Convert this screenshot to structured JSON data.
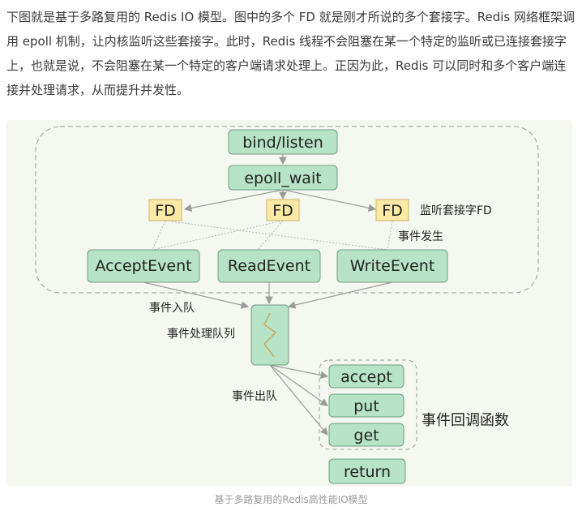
{
  "intro": {
    "paragraph": "下图就是基于多路复用的 Redis IO 模型。图中的多个 FD 就是刚才所说的多个套接字。Redis 网络框架调用 epoll 机制，让内核监听这些套接字。此时，Redis 线程不会阻塞在某一个特定的监听或已连接套接字上，也就是说，不会阻塞在某一个特定的客户端请求处理上。正因为此，Redis 可以同时和多个客户端连接并处理请求，从而提升并发性。"
  },
  "diagram": {
    "bind_listen": "bind/listen",
    "epoll_wait": "epoll_wait",
    "fd_labels": [
      "FD",
      "FD",
      "FD"
    ],
    "fd_note": "监听套接字FD",
    "event_occur": "事件发生",
    "events": [
      "AcceptEvent",
      "ReadEvent",
      "WriteEvent"
    ],
    "enqueue_label": "事件入队",
    "queue_label": "事件处理队列",
    "dequeue_label": "事件出队",
    "callbacks": [
      "accept",
      "put",
      "get"
    ],
    "callbacks_label": "事件回调函数",
    "return_label": "return"
  },
  "caption": "基于多路复用的Redis高性能IO模型",
  "colors": {
    "green_box": "#b7e3c7",
    "yellow_box": "#fbe9a6",
    "figure_bg": "#f5f8f1"
  }
}
